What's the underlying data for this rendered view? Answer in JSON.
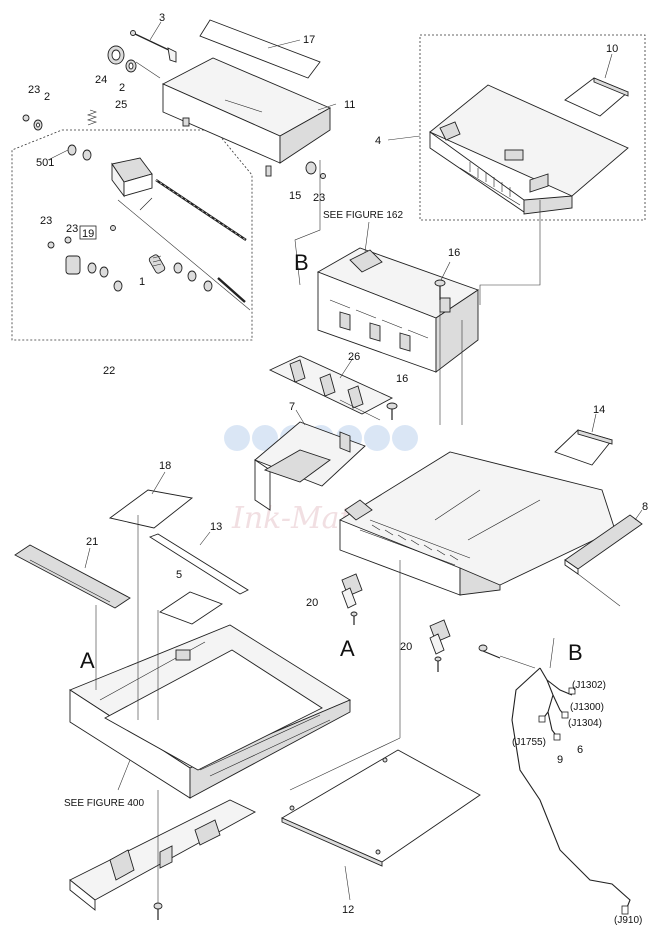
{
  "labels": {
    "p1": "1",
    "p2a": "2",
    "p2b": "2",
    "p3": "3",
    "p4": "4",
    "p5": "5",
    "p6": "6",
    "p7": "7",
    "p8": "8",
    "p9": "9",
    "p10": "10",
    "p11": "11",
    "p12": "12",
    "p13": "13",
    "p14": "14",
    "p15": "15",
    "p16a": "16",
    "p16b": "16",
    "p17": "17",
    "p18": "18",
    "p19": "19",
    "p20a": "20",
    "p20b": "20",
    "p21": "21",
    "p22": "22",
    "p23a": "23",
    "p23b": "23",
    "p23c": "23",
    "p23d": "23",
    "p24": "24",
    "p25": "25",
    "p26": "26",
    "p501": "501"
  },
  "callouts": {
    "b_upper": "B",
    "b_lower": "B",
    "a_left": "A",
    "a_mid": "A"
  },
  "references": {
    "see_162": "SEE FIGURE 162",
    "see_400": "SEE FIGURE 400"
  },
  "connectors": {
    "j1302": "(J1302)",
    "j1300": "(J1300)",
    "j1304": "(J1304)",
    "j1755": "(J1755)",
    "j910": "(J910)"
  },
  "watermark": {
    "text": "Ink-Mates"
  }
}
